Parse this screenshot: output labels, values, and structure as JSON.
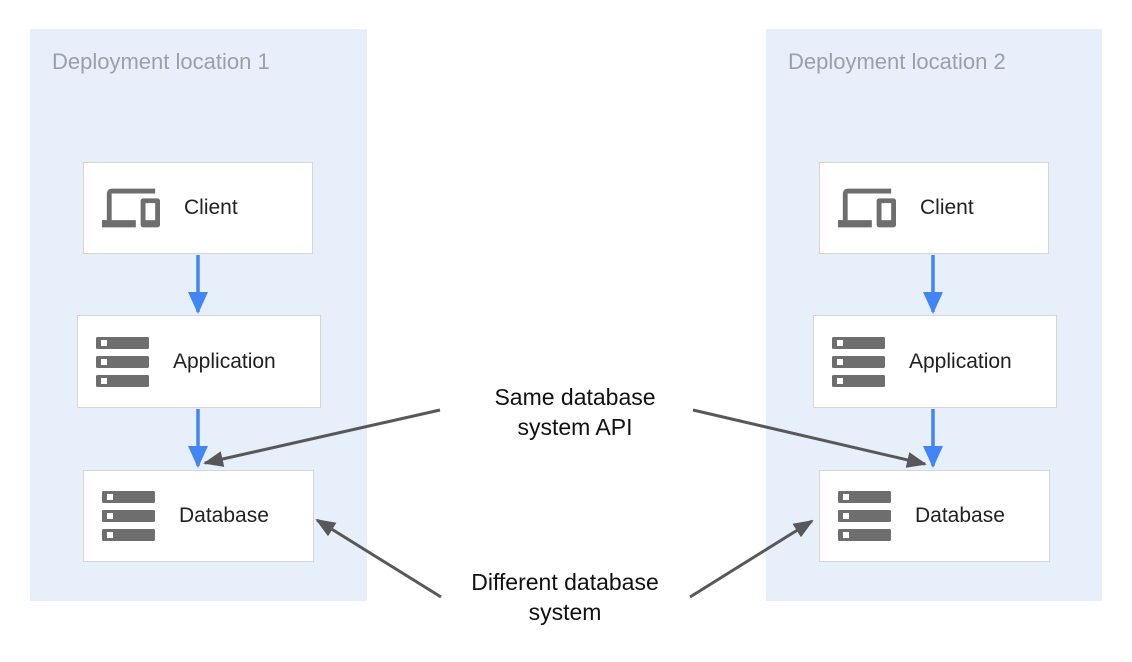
{
  "diagram": {
    "panels": [
      {
        "title": "Deployment location 1",
        "nodes": [
          {
            "label": "Client",
            "icon": "devices-icon"
          },
          {
            "label": "Application",
            "icon": "server-stack-icon"
          },
          {
            "label": "Database",
            "icon": "server-stack-icon"
          }
        ]
      },
      {
        "title": "Deployment location 2",
        "nodes": [
          {
            "label": "Client",
            "icon": "devices-icon"
          },
          {
            "label": "Application",
            "icon": "server-stack-icon"
          },
          {
            "label": "Database",
            "icon": "server-stack-icon"
          }
        ]
      }
    ],
    "annotations": [
      {
        "lines": [
          "Same database",
          "system API"
        ]
      },
      {
        "lines": [
          "Different database",
          "system"
        ]
      }
    ],
    "colors": {
      "panel_bg": "#e6effa",
      "panel_title": "#9aa0a6",
      "node_bg": "#ffffff",
      "node_border": "#d5d5d5",
      "node_label": "#212121",
      "icon_gray": "#6e6e6e",
      "flow_arrow": "#4285f4",
      "annotation_arrow": "#58585a",
      "annotation_text": "#111111"
    }
  }
}
